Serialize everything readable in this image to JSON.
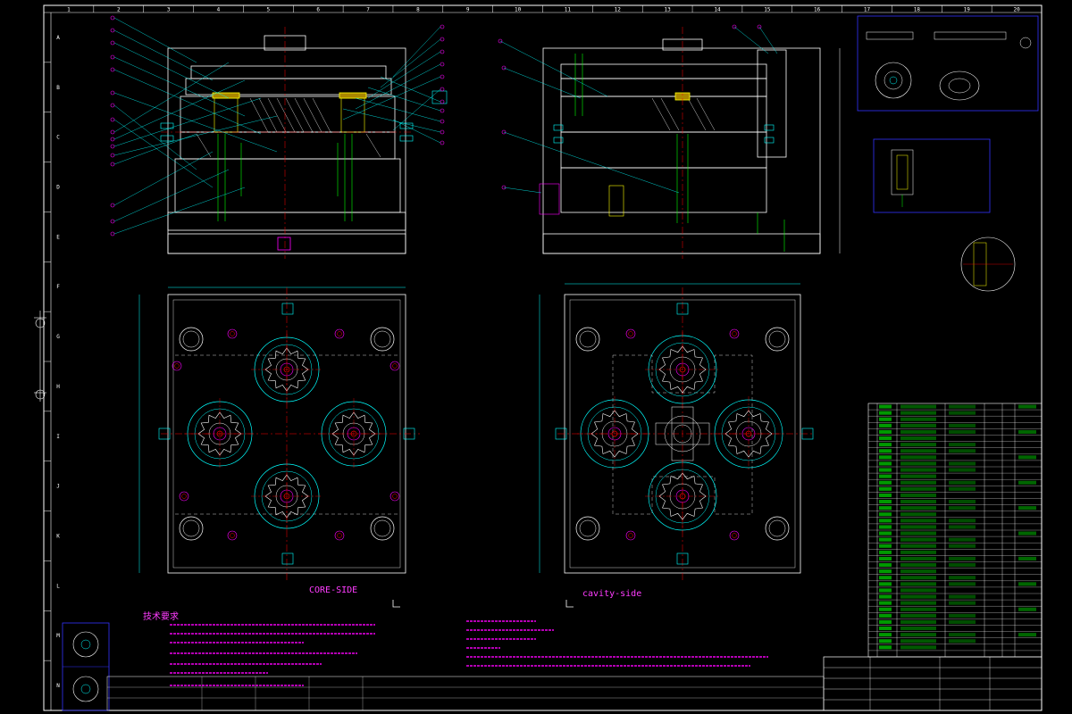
{
  "drawing": {
    "colors": {
      "background": "#000000",
      "frame": "#ffffff",
      "outline": "#ffffff",
      "cyan": "#00ffff",
      "magenta": "#ff00ff",
      "green": "#00ff00",
      "yellow": "#ffff00",
      "red": "#ff0000",
      "blue": "#3333ff"
    },
    "border_columns": [
      "1",
      "2",
      "3",
      "4",
      "5",
      "6",
      "7",
      "8",
      "9",
      "10",
      "11",
      "12",
      "13",
      "14",
      "15",
      "16",
      "17",
      "18",
      "19",
      "20"
    ],
    "border_rows": [
      "A",
      "B",
      "C",
      "D",
      "E",
      "F",
      "G",
      "H",
      "I",
      "J",
      "K",
      "L",
      "M",
      "N"
    ],
    "views": {
      "core_side_label": "CORE-SIDE",
      "cavity_side_label": "cavity-side"
    },
    "tech_notes": {
      "title": "技术要求"
    }
  }
}
